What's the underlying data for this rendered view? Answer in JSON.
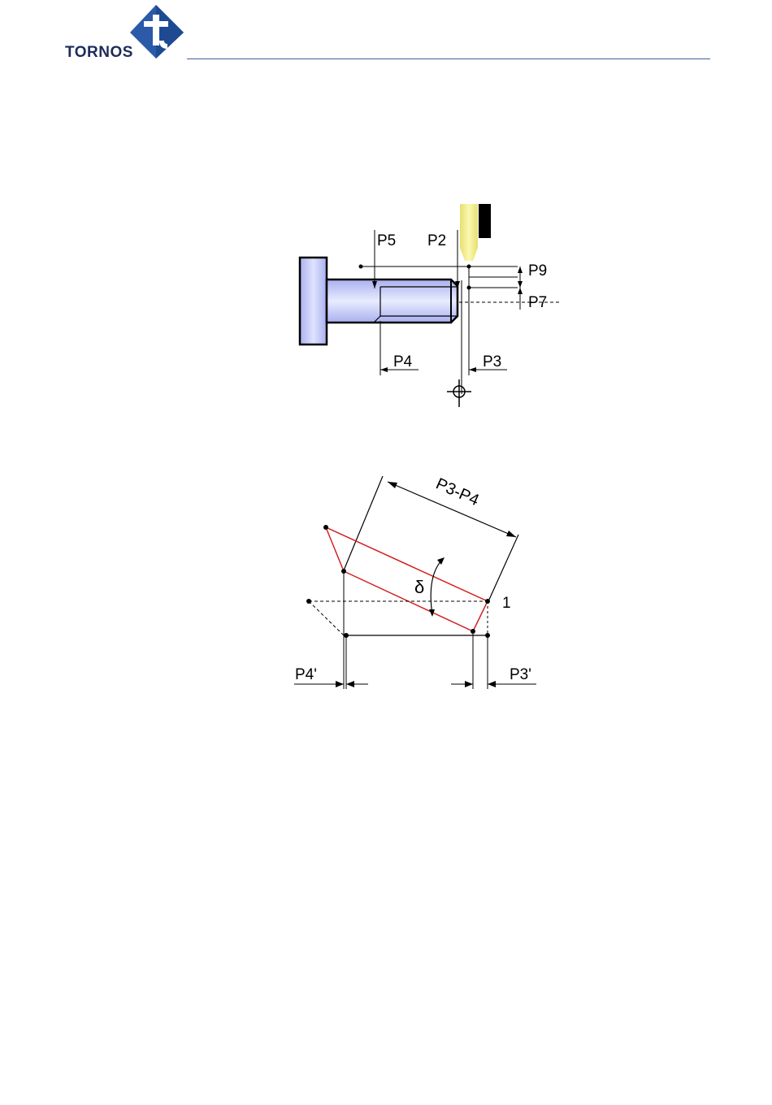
{
  "header": {
    "brand": "TORNOS",
    "brand_color": "#2a5aa8",
    "rule_color": "#3f5f9c"
  },
  "figure1": {
    "labels": {
      "p5": "P5",
      "p2": "P2",
      "p9": "P9",
      "p7": "P7",
      "p4": "P4",
      "p3": "P3"
    },
    "part_color": "#c8cdf5",
    "tool_color": "#f2ee8a"
  },
  "figure2": {
    "labels": {
      "p3_p4": "P3-P4",
      "delta": "δ",
      "point_1": "1",
      "p4_prime": "P4'",
      "p3_prime": "P3'"
    },
    "outline_color": "#d42020"
  }
}
